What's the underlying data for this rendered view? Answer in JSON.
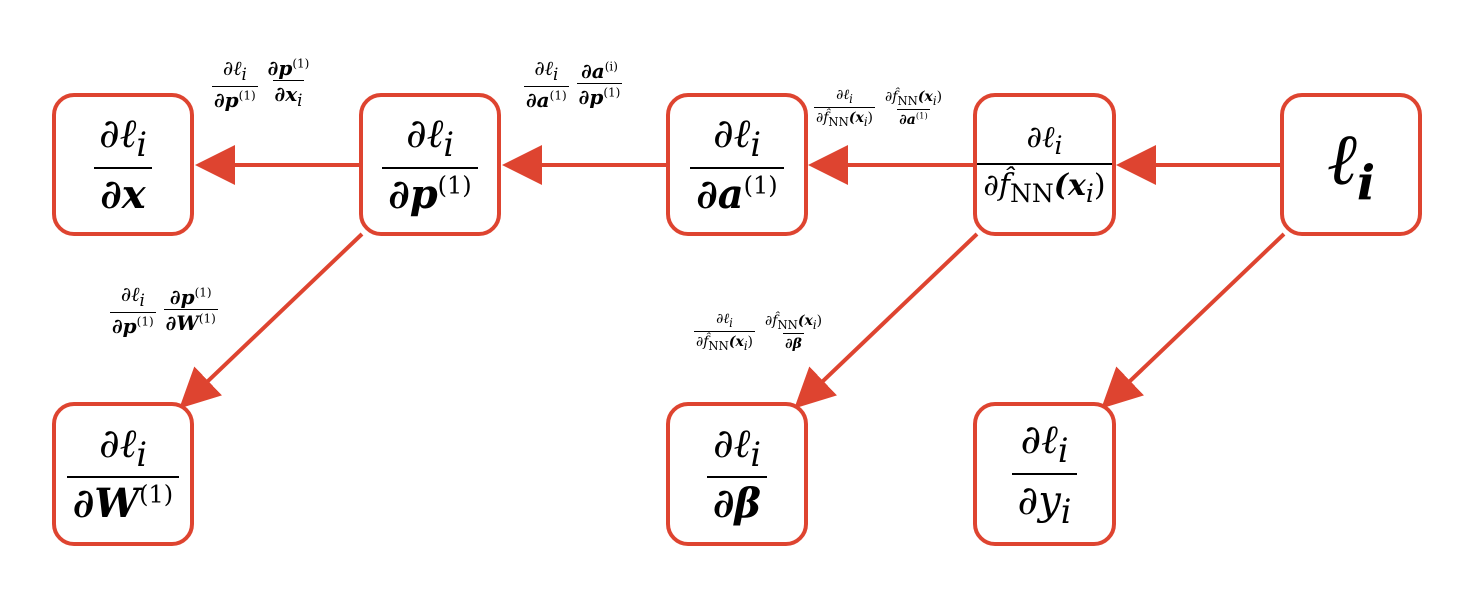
{
  "nodes": {
    "dx": {
      "num": "∂ℓ",
      "num_sub": "i",
      "den": "∂x"
    },
    "dp": {
      "num": "∂ℓ",
      "num_sub": "i",
      "den": "∂p",
      "den_sup": "(1)"
    },
    "da": {
      "num": "∂ℓ",
      "num_sub": "i",
      "den": "∂a",
      "den_sup": "(1)"
    },
    "df": {
      "num": "∂ℓ",
      "num_sub": "i",
      "den_pre": "∂",
      "f": "f̂",
      "f_sub": "NN",
      "den_post": "(x",
      "den_post_sub": "i",
      "den_close": ")"
    },
    "li": {
      "text": "ℓ",
      "sub": "i"
    },
    "dw": {
      "num": "∂ℓ",
      "num_sub": "i",
      "den": "∂W",
      "den_sup": "(1)"
    },
    "dbeta": {
      "num": "∂ℓ",
      "num_sub": "i",
      "den": "∂β"
    },
    "dy": {
      "num": "∂ℓ",
      "num_sub": "i",
      "den": "∂y",
      "den_sub": "i"
    }
  },
  "edge_labels": {
    "p_to_x": {
      "f1_num": "∂ℓ",
      "f1_num_sub": "i",
      "f1_den": "∂p",
      "f1_den_sup": "(1)",
      "f2_num": "∂p",
      "f2_num_sup": "(1)",
      "f2_den": "∂x",
      "f2_den_sub": "i"
    },
    "a_to_p": {
      "f1_num": "∂ℓ",
      "f1_num_sub": "i",
      "f1_den": "∂a",
      "f1_den_sup": "(1)",
      "f2_num": "∂a",
      "f2_num_sup": "(i)",
      "f2_den": "∂p",
      "f2_den_sup": "(1)"
    },
    "f_to_a": {
      "f1_num": "∂ℓ",
      "f1_num_sub": "i",
      "f1_den": "∂f̂",
      "f1_den_sub": "NN",
      "f1_den_post": "(x",
      "f1_den_post_sub": "i",
      "f1_den_close": ")",
      "f2_num": "∂f̂",
      "f2_num_sub": "NN",
      "f2_num_post": "(x",
      "f2_num_post_sub": "i",
      "f2_num_close": ")",
      "f2_den": "∂a",
      "f2_den_sup": "(1)"
    },
    "p_to_w": {
      "f1_num": "∂ℓ",
      "f1_num_sub": "i",
      "f1_den": "∂p",
      "f1_den_sup": "(1)",
      "f2_num": "∂p",
      "f2_num_sup": "(1)",
      "f2_den": "∂W",
      "f2_den_sup": "(1)"
    },
    "f_to_beta": {
      "f1_num": "∂ℓ",
      "f1_num_sub": "i",
      "f1_den": "∂f̂",
      "f1_den_sub": "NN",
      "f1_den_post": "(x",
      "f1_den_post_sub": "i",
      "f1_den_close": ")",
      "f2_num": "∂f̂",
      "f2_num_sub": "NN",
      "f2_num_post": "(x",
      "f2_num_post_sub": "i",
      "f2_num_close": ")",
      "f2_den": "∂β"
    }
  },
  "colors": {
    "accent": "#de4430",
    "text": "#000000",
    "background": "#ffffff"
  }
}
